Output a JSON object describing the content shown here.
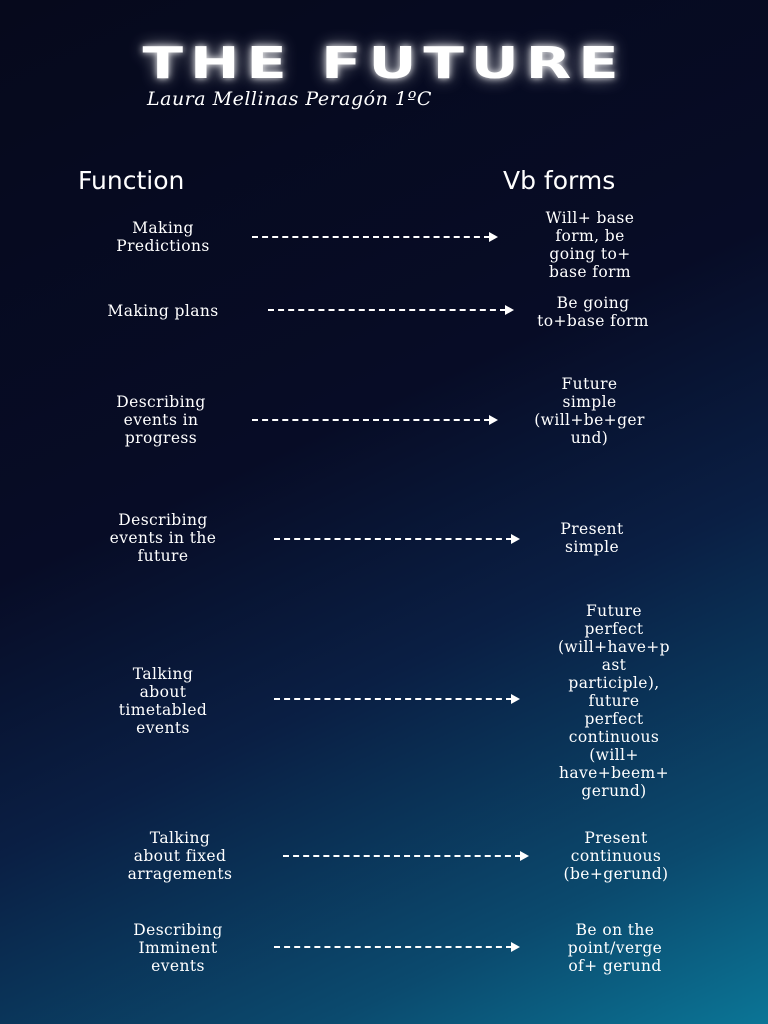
{
  "title": "THE FUTURE",
  "author": "Laura Mellinas Peragón 1ºC",
  "headers": {
    "function": "Function",
    "forms": "Vb forms"
  },
  "rows": [
    {
      "function": "Making\nPredictions",
      "form": "Will+ base\nform, be\ngoing to+\nbase form"
    },
    {
      "function": "Making plans",
      "form": "Be going\nto+base form"
    },
    {
      "function": "Describing\nevents in\nprogress",
      "form": "Future\nsimple\n(will+be+ger\nund)"
    },
    {
      "function": "Describing\nevents in the\nfuture",
      "form": "Present\nsimple"
    },
    {
      "function": "Talking\nabout\ntimetabled\nevents",
      "form": "Future\nperfect\n(will+have+p\nast\nparticiple),\nfuture\nperfect\ncontinuous\n(will+\nhave+beem+\ngerund)"
    },
    {
      "function": "Talking\nabout  fixed\narragements",
      "form": "Present\ncontinuous\n(be+gerund)"
    },
    {
      "function": "Describing\nImminent\nevents",
      "form": "Be on the\npoint/verge\nof+ gerund"
    }
  ]
}
